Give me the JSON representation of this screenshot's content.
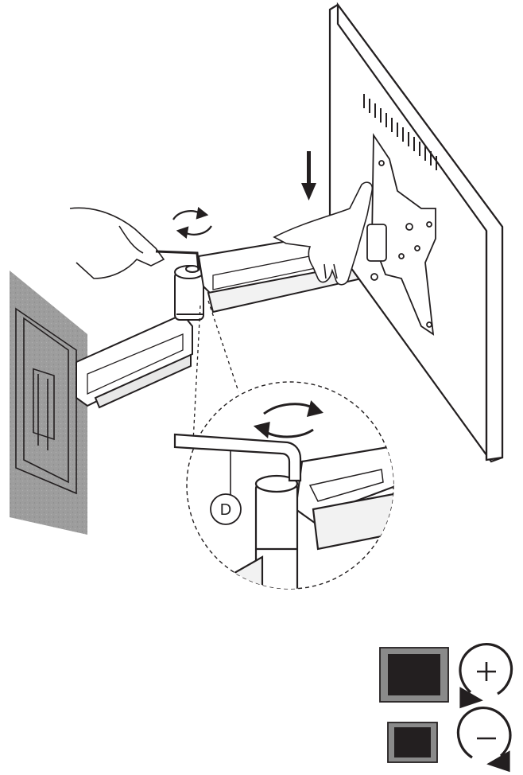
{
  "illustration": {
    "callout_label": "D",
    "tool": "hex-key",
    "colors": {
      "line": "#231f20",
      "wall": "#9d9d9d",
      "legend_frame": "#8a8a8a",
      "legend_screen": "#231f20"
    }
  },
  "legend": [
    {
      "meaning": "larger",
      "screen_icon": "large-screen-icon",
      "rotation_icon": "rotate-plus-icon",
      "sign": "+"
    },
    {
      "meaning": "smaller",
      "screen_icon": "small-screen-icon",
      "rotation_icon": "rotate-minus-icon",
      "sign": "−"
    }
  ]
}
